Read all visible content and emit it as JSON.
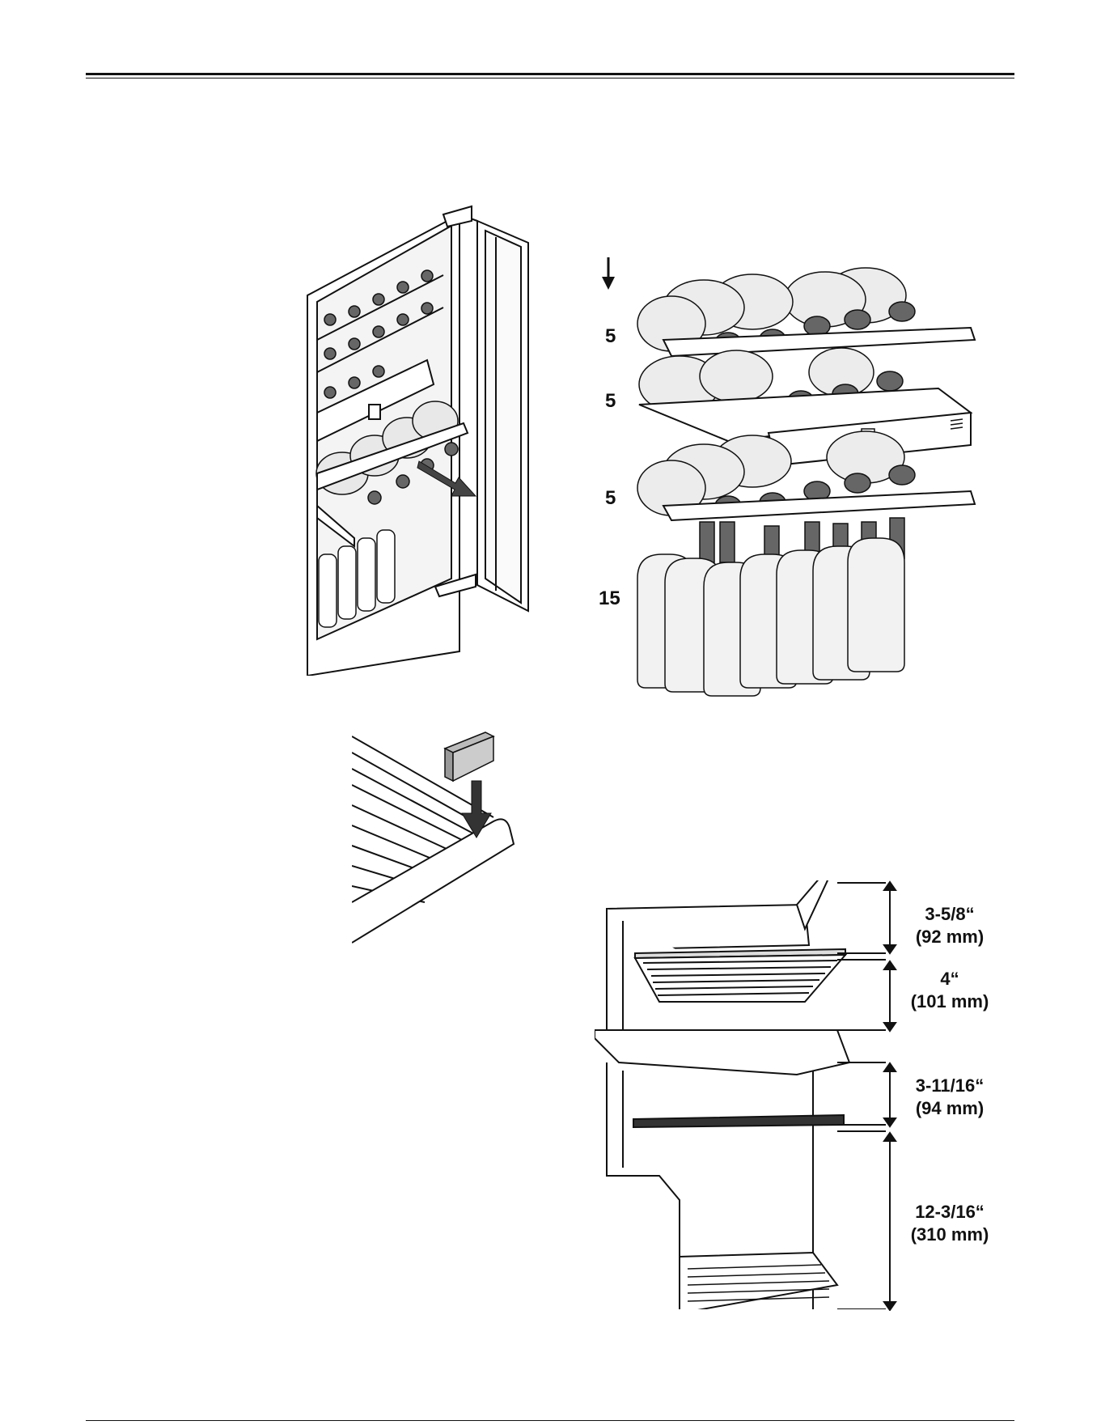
{
  "figures": {
    "open_cabinet": {
      "icon": "wine-cabinet-open-icon"
    },
    "stack": {
      "arrow_icon": "arrow-down-icon",
      "labels": [
        "5",
        "5",
        "5",
        "15"
      ]
    },
    "clip": {
      "icon": "shelf-clip-icon"
    },
    "section": {
      "dimensions": [
        {
          "imperial": "3-5/8“",
          "metric": "(92 mm)"
        },
        {
          "imperial": "4“",
          "metric": "(101 mm)"
        },
        {
          "imperial": "3-11/16“",
          "metric": "(94 mm)"
        },
        {
          "imperial": "12-3/16“",
          "metric": "(310 mm)"
        }
      ]
    }
  }
}
